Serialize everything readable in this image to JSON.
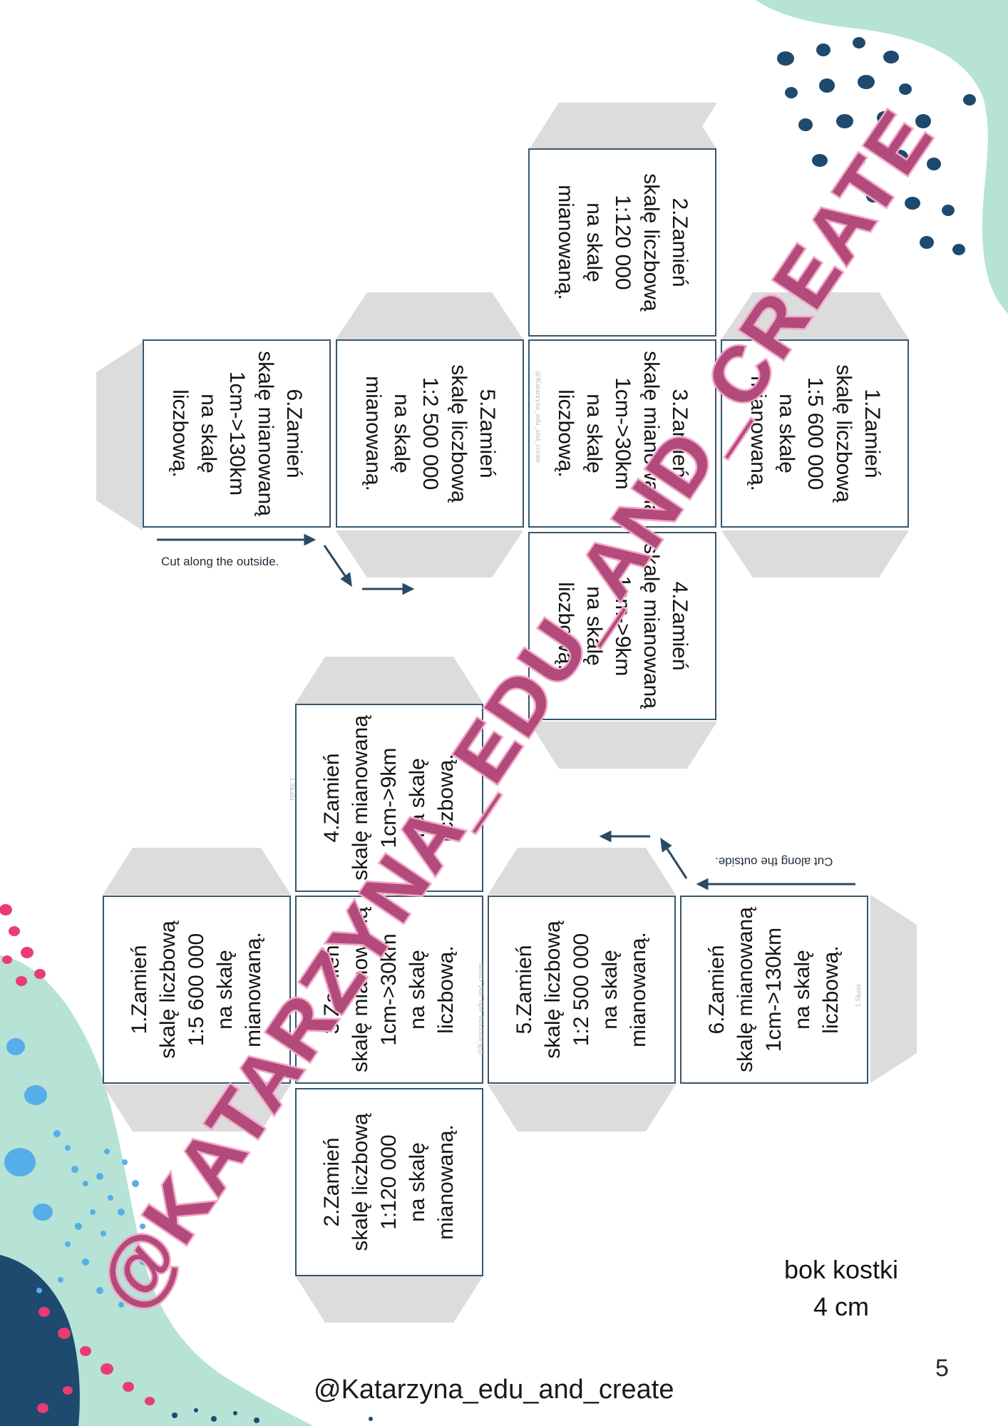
{
  "page": {
    "footer_handle": "@Katarzyna_edu_and_create",
    "page_number": "5",
    "side_note": {
      "line1": "bok kostki",
      "line2": "4 cm"
    },
    "cut_instruction": "Cut along the outside.",
    "watermark": "@KATARZYNA_EDU_AND_CREATE"
  },
  "cube_top": {
    "faces": [
      {
        "text": "2.Zamień\nskalę liczbową\n1:120 000\nna skalę\nmianowaną."
      },
      {
        "text": "6.Zamień\nskalę mianowaną\n1cm->130km\nna skalę\nliczbową.",
        "small": "1.Skala"
      },
      {
        "text": "5.Zamień\nskalę liczbową\n1:2 500 000\nna skalę\nmianowaną."
      },
      {
        "text": "3.Zamień\nskalę mianowaną\n1cm->30km\nna skalę\nliczbową.",
        "small": "@Katarzyna_edu_and_create"
      },
      {
        "text": "1.Zamień\nskalę liczbową\n1:5 600 000\nna skalę\nmianowaną."
      },
      {
        "text": "4.Zamień\nskalę mianowaną\n1cm->9km\nna skalę\nliczbową."
      }
    ]
  },
  "cube_bottom": {
    "faces": [
      {
        "text": "4.Zamień\nskalę mianowaną\n1cm->9km\nna skalę\nliczbową."
      },
      {
        "text": "1.Zamień\nskalę liczbową\n1:5 600 000\nna skalę\nmianowaną."
      },
      {
        "text": "3.Zamień\nskalę mianowaną\n1cm->30km\nna skalę\nliczbową.",
        "small": "@Katarzyna_edu_and_create"
      },
      {
        "text": "5.Zamień\nskalę liczbową\n1:2 500 000\nna skalę\nmianowaną."
      },
      {
        "text": "6.Zamień\nskalę mianowaną\n1cm->130km\nna skalę\nliczbową.",
        "small": "1.Skala"
      },
      {
        "text": "2.Zamień\nskalę liczbową\n1:120 000\nna skalę\nmianowaną."
      }
    ]
  },
  "colors": {
    "face_border": "#37566b",
    "tab_gray": "#dcdcdc",
    "mint": "#b6e3d6",
    "navy_dots": "#1d4a6e",
    "pink_dots": "#ea3c72",
    "blue_dots": "#55aee8",
    "watermark_fill": "#b34a7c",
    "watermark_outline": "#f1a9c6"
  }
}
